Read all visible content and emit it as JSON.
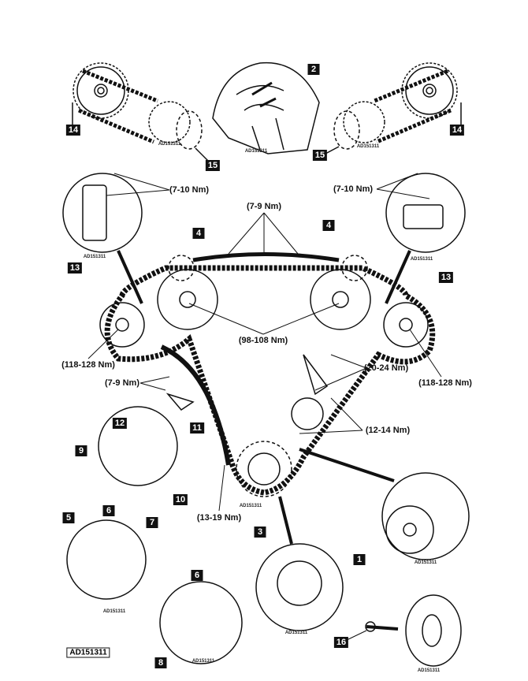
{
  "figure_code": "AD151311",
  "callouts": {
    "c1": "1",
    "c2": "2",
    "c3": "3",
    "c4a": "4",
    "c4b": "4",
    "c5": "5",
    "c6a": "6",
    "c6b": "6",
    "c7": "7",
    "c8": "8",
    "c9": "9",
    "c10": "10",
    "c11": "11",
    "c12": "12",
    "c13a": "13",
    "c13b": "13",
    "c14a": "14",
    "c14b": "14",
    "c15a": "15",
    "c15b": "15",
    "c16": "16"
  },
  "torques": {
    "cam_cover_left": "(7-10 Nm)",
    "cam_cover_right": "(7-10 Nm)",
    "guide_top": "(7-9 Nm)",
    "cam_sprocket": "(98-108 Nm)",
    "outer_left": "(118-128 Nm)",
    "outer_right": "(118-128 Nm)",
    "tensioner_right": "(20-24 Nm)",
    "tensioner_left": "(7-9 Nm)",
    "guide_right": "(12-14 Nm)",
    "guide_left": "(13-19 Nm)"
  }
}
